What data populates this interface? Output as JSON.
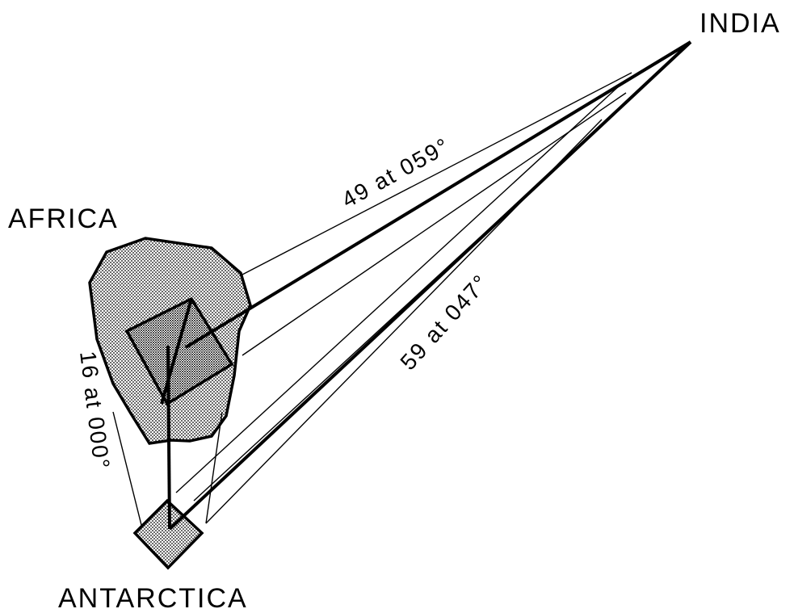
{
  "labels": {
    "india": "INDIA",
    "africa": "AFRICA",
    "antarctica": "ANTARCTICA"
  },
  "vectors": {
    "india_africa": "49 at 059°",
    "india_antarctica": "59 at 047°",
    "africa_antarctica": "16 at 000°"
  },
  "colors": {
    "ink": "#000000",
    "background": "#ffffff"
  }
}
